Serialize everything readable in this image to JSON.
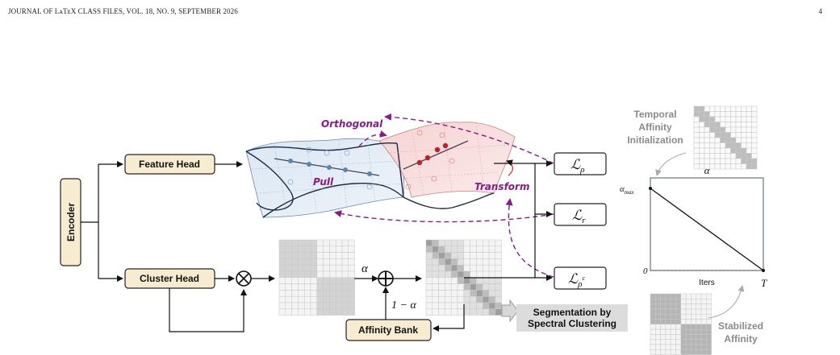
{
  "header": {
    "journal": "JOURNAL OF LᴀTᴇX CLASS FILES, VOL. 18, NO. 9, SEPTEMBER 2026",
    "page_number": "4"
  },
  "blocks": {
    "encoder": "Encoder",
    "feature_head": "Feature Head",
    "cluster_head": "Cluster Head",
    "affinity_bank": "Affinity Bank",
    "segmentation": [
      "Segmentation by",
      "Spectral Clustering"
    ]
  },
  "operators": {
    "multiply": "⊗",
    "add": "⊕",
    "alpha": "α",
    "one_minus_alpha": "1 − α"
  },
  "manifold_labels": {
    "orthogonal": "Orthogonal",
    "pull": "Pull",
    "transform": "Transform"
  },
  "losses": {
    "l_rho": {
      "main": "ℒ",
      "sub": "ρ"
    },
    "l_r": {
      "main": "ℒ",
      "sub": "r"
    },
    "l_rho_c": {
      "main": "ℒ",
      "sub": "ρ",
      "sup": "c"
    }
  },
  "right_panel": {
    "temporal_title": [
      "Temporal",
      "Affinity",
      "Initialization"
    ],
    "stabilized_title": [
      "Stabilized",
      "Affinity"
    ],
    "chart_alpha": "α",
    "y_max_label": {
      "main": "α",
      "sub": "max"
    },
    "y_zero_label": "0",
    "x_label": "Iters",
    "x_end_label": "T"
  },
  "colors": {
    "box_fill": "#f7ecd0",
    "box_stroke": "#222222",
    "purple": "#8a1a8a",
    "blue_dot": "#5b86b0",
    "red_dot": "#c0202a"
  },
  "chart_data": {
    "type": "line",
    "title": "α",
    "xlabel": "Iters",
    "ylabel": "",
    "x_ticks": [
      "T"
    ],
    "y_ticks": [
      "αmax",
      "0"
    ],
    "series": [
      {
        "x": [
          "0",
          "T"
        ],
        "values": [
          "αmax",
          "0"
        ]
      }
    ]
  }
}
